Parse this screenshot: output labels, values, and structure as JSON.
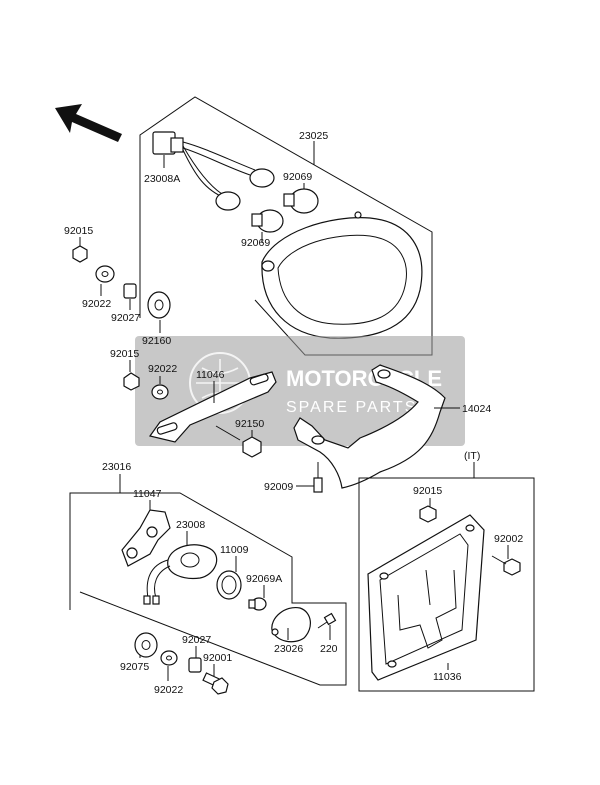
{
  "watermark": {
    "line1": "MOTORCYCLE",
    "line2": "SPARE PARTS",
    "bg_color": "#9a9a9a"
  },
  "labels": {
    "l23025": "23025",
    "l23008A": "23008A",
    "l92069a": "92069",
    "l92069b": "92069",
    "l92015a": "92015",
    "l92022a": "92022",
    "l92027a": "92027",
    "l92160": "92160",
    "l92015b": "92015",
    "l92022b": "92022",
    "l11046": "11046",
    "l92150": "92150",
    "l14024": "14024",
    "l92009": "92009",
    "lIT": "(IT)",
    "l23016": "23016",
    "l11047": "11047",
    "l23008": "23008",
    "l11009": "11009",
    "l92069A": "92069A",
    "l23026": "23026",
    "l220": "220",
    "l92075": "92075",
    "l92022c": "92022",
    "l92027b": "92027",
    "l92001": "92001",
    "l92015c": "92015",
    "l92002": "92002",
    "l11036": "11036"
  }
}
